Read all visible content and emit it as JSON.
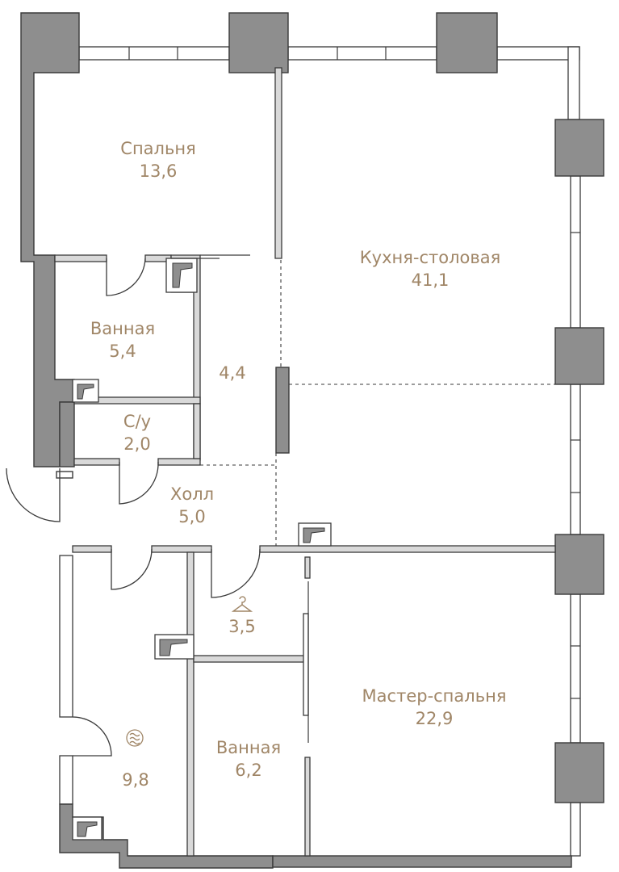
{
  "rooms": [
    {
      "name": "Спальня",
      "area": "13,6"
    },
    {
      "name": "Кухня-столовая",
      "area": "41,1"
    },
    {
      "name": "Ванная",
      "area": "5,4"
    },
    {
      "name": "",
      "area": "4,4"
    },
    {
      "name": "С/у",
      "area": "2,0"
    },
    {
      "name": "Холл",
      "area": "5,0"
    },
    {
      "name": "",
      "area": "3,5"
    },
    {
      "name": "Мастер-спальня",
      "area": "22,9"
    },
    {
      "name": "",
      "area": "9,8"
    },
    {
      "name": "Ванная",
      "area": "6,2"
    }
  ],
  "icons": [
    "hanger-icon",
    "laundry-icon"
  ],
  "colors": {
    "label": "#a08667",
    "wall": "#8e8e8e",
    "line": "#3a3a3a"
  }
}
